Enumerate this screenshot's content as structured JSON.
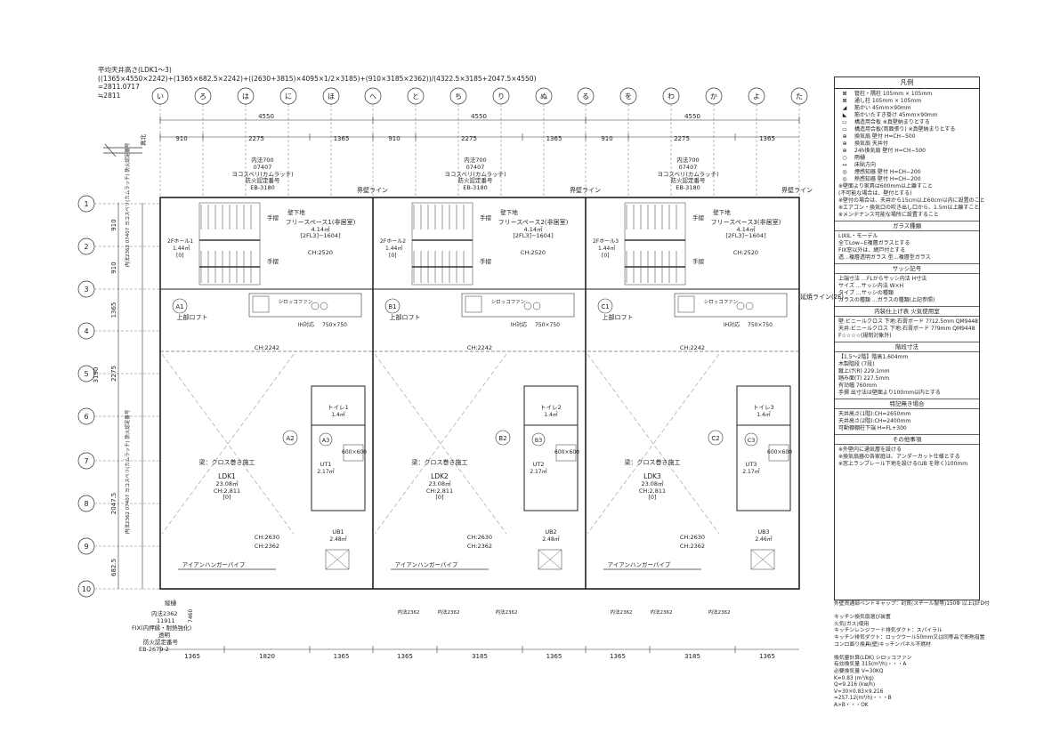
{
  "header": {
    "title": "平均天井高さ(LDK1〜3)",
    "formula": "((1365×4550×2242)+(1365×682.5×2242)+((2630+3815)×4095×1/2×3185)+(910×3185×2362))/(4322.5×3185+2047.5×4550)",
    "result1": "=2811.0717",
    "result2": "≒2811"
  },
  "grid": {
    "columns": [
      "い",
      "ろ",
      "は",
      "に",
      "ほ",
      "へ",
      "と",
      "ち",
      "り",
      "ぬ",
      "る",
      "を",
      "わ",
      "か",
      "よ",
      "た"
    ],
    "rows": [
      "1",
      "2",
      "3",
      "4",
      "5",
      "6",
      "7",
      "8",
      "9",
      "10"
    ],
    "top_major": [
      "4550",
      "4550",
      "4550"
    ],
    "top_minor": [
      "910",
      "2275",
      "1365",
      "910",
      "2275",
      "1365",
      "910",
      "2275",
      "1365"
    ],
    "left_dims": [
      "910",
      "910",
      "1365",
      "2275",
      "3190",
      "2047.5",
      "682.5"
    ],
    "bottom_dims": [
      "1365",
      "1820",
      "1365",
      "1365",
      "3185",
      "1365",
      "1365",
      "3185",
      "1365"
    ],
    "north": "真北"
  },
  "units": [
    {
      "stair_top": "内法700",
      "stair_code": "07407",
      "stair_name": "ヨコスベリ(カムラッチ)",
      "stair_fire": "防火認定番号",
      "stair_eb": "EB-3180",
      "wall_below": "壁下地",
      "stair_up": "手摺",
      "free_space": "フリースペース1(非居室)",
      "free_area": "4.14㎡",
      "free_note": "[2FL3]−1604]",
      "ch_free": "CH:2520",
      "hall": "2Fホール1",
      "hall_area": "1.44㎡",
      "hall_note": "[0]",
      "axis": "A1",
      "loft": "上部ロフト",
      "hood": "シロッコファン",
      "ih": "IH対応",
      "kitchen": "750×750",
      "ldk": "LDK1",
      "ldk_area": "23.08㎡",
      "ldk_ch": "CH:2,811",
      "ldk_note": "[0]",
      "toilet": "トイレ1",
      "toilet_area": "1.4㎡",
      "ut": "UT1",
      "ut_area": "2.17㎡",
      "ub": "UB1",
      "ub_area": "2.48㎡",
      "wc": "600×600",
      "axis2": "A2",
      "axis3": "A3",
      "beam": "梁：クロス巻き施工",
      "ch2242": "CH:2242",
      "ch2362": "CH:2362",
      "ch2630": "CH:2630",
      "hanger": "アイアンハンガーパイプ",
      "bottom_note": "内法2362"
    },
    {
      "stair_top": "内法700",
      "stair_code": "07407",
      "stair_name": "ヨコスベリ(カムラッチ)",
      "stair_fire": "防火認定番号",
      "stair_eb": "EB-3180",
      "wall_below": "壁下地",
      "stair_up": "手摺",
      "free_space": "フリースペース2(非居室)",
      "free_area": "4.14㎡",
      "free_note": "[2FL3]−1604]",
      "ch_free": "CH:2520",
      "hall": "2Fホール2",
      "hall_area": "1.44㎡",
      "hall_note": "[0]",
      "axis": "B1",
      "loft": "上部ロフト",
      "hood": "シロッコファン",
      "ih": "IH対応",
      "kitchen": "750×750",
      "ldk": "LDK2",
      "ldk_area": "23.08㎡",
      "ldk_ch": "CH:2,811",
      "ldk_note": "[0]",
      "toilet": "トイレ2",
      "toilet_area": "1.4㎡",
      "ut": "UT2",
      "ut_area": "2.17㎡",
      "ub": "UB2",
      "ub_area": "2.48㎡",
      "wc": "600×600",
      "axis2": "B2",
      "axis3": "B3",
      "beam": "梁：クロス巻き施工",
      "ch2242": "CH:2242",
      "ch2362": "CH:2362",
      "ch2630": "CH:2630",
      "hanger": "アイアンハンガーパイプ",
      "bottom_note": "内法2362"
    },
    {
      "stair_top": "内法700",
      "stair_code": "07407",
      "stair_name": "ヨコスベリ(カムラッチ)",
      "stair_fire": "防火認定番号",
      "stair_eb": "EB-3180",
      "wall_below": "壁下地",
      "stair_up": "手摺",
      "free_space": "フリースペース3(非居室)",
      "free_area": "4.14㎡",
      "free_note": "[2FL3]−1604]",
      "ch_free": "CH:2520",
      "hall": "2Fホール3",
      "hall_area": "1.44㎡",
      "hall_note": "[0]",
      "axis": "C1",
      "loft": "上部ロフト",
      "hood": "シロッコファン",
      "ih": "IH対応",
      "kitchen": "750×750",
      "ldk": "LDK3",
      "ldk_area": "23.08㎡",
      "ldk_ch": "CH:2,811",
      "ldk_note": "[0]",
      "toilet": "トイレ3",
      "toilet_area": "1.4㎡",
      "ut": "UT3",
      "ut_area": "2.17㎡",
      "ub": "UB3",
      "ub_area": "2.46㎡",
      "wc": "600×600",
      "axis2": "C2",
      "axis3": "C3",
      "beam": "梁：クロス巻き施工",
      "ch2242": "CH:2242",
      "ch2362": "CH:2362",
      "ch2630": "CH:2630",
      "hanger": "アイアンハンガーパイプ",
      "bottom_note": "内法2362"
    }
  ],
  "labels": {
    "boundary1": "界壁ライン",
    "boundary2": "界壁ライン",
    "boundary3": "界壁ライン",
    "extension": "延焼ライン(2F)",
    "vertical_note_left": "内法2362 07407 ヨコスベリ(カムラッチ) 防火認定番号",
    "bottom_left_1": "内法2362",
    "bottom_left_2": "11911",
    "bottom_left_3": "FIX(内押縁・耐熱強化)",
    "bottom_left_4": "透明",
    "bottom_left_5": "防火認定番号",
    "bottom_left_6": "EB-2679-2",
    "bottom_dim_7460": "7460",
    "vert_line_label": "縦樋"
  },
  "legend": {
    "title": "凡例",
    "items": [
      "管柱・隅柱 105mm × 105mm",
      "通し柱 105mm × 105mm",
      "筋かい 45mm×90mm",
      "筋かいたすき掛け 45mm×90mm",
      "構造用合板 ※真壁納まりとする",
      "構造用合板(両面張り) ※真壁納まりとする",
      "換気扇 壁付 H=CH−500",
      "換気扇 天井付",
      "24h換気扇 壁付 H=CH−500",
      "雨樋",
      "床貼方向",
      "煙感知器 壁付 H=CH−200",
      "熱感知器 壁付 H=CH−200"
    ],
    "item_notes": [
      "※壁面より家具は600mm以上離すこと",
      "(不可能な場合は、壁付とする)",
      "※壁付の場合は、天井から15cm以上60cm以内に設置のこと",
      "※エアコン・換気口の吹き出し口から、1.5m以上離すこと",
      "※メンテナンス可能な場所に設置すること"
    ],
    "glass_title": "ガラス種類",
    "glass": [
      "LIXIL・モーデル",
      "全てLow−E複層ガラスとする",
      "FIX窓以外は、網戸付とする",
      "透…複層透明ガラス 型…複層型ガラス"
    ],
    "sash_title": "サッシ記号",
    "sash": [
      "上端寸法 …FLからサッシ内法 H寸法",
      "サイズ …サッシ内法 W×H",
      "タイプ …サッシの種類",
      "ガラスの種類 …ガラスの種類(上記参照)"
    ],
    "finish_title": "内装仕上げ表 火気使用室",
    "finish": [
      "壁:ビニールクロス 下地:石膏ボード 7?12.5mm QM9448",
      "天井:ビニールクロス 下地:石膏ボード 7?9mm QM9448",
      "F☆☆☆☆(規制対象外)"
    ],
    "stair_title": "階段寸法",
    "stair": [
      "【1.5〜2階】階高1,604mm",
      "木製階段 (7段)",
      "蹴上げ(R) 229.1mm",
      "踏み面(T) 227.5mm",
      "有効幅 760mm",
      "手摺 出寸法は壁面より100mm以内とする"
    ],
    "special_title": "特記無き場合",
    "special": [
      "天井高さ(1階):CH=2650mm",
      "天井高さ(2階):CH=2400mm",
      "可動棚棚柱下端 H=FL+300"
    ],
    "other_title": "その他事項",
    "other": [
      "※外壁内に通気層を設ける",
      "※換気扇器の各家庭は、アンダーカット仕様とする",
      "※窓上ランプレール下地を設ける(UB を除く)100mm"
    ]
  },
  "notes": [
    "外壁貫通部ベントキャップ：封貫(スチール製等)150Φ 以上はFD付",
    "",
    "キッチン換気扇選び装置",
    "火気(ガス)使用",
    "キッチンレンジフード排気ダクト：スパイラル",
    "キッチン排気ダクト：ロックウール50mm又は同等品で断熱措置",
    "コンロ面り換具(壁)キッチンパネル不燃材",
    "",
    "換気量計算(LDK) シロッコファン",
    "有効換気量 315(m³/h)・・・A",
    "必要換気量 V=30KQ",
    "K=0.83 (m³/kg)",
    "Q=9.216 (kw/h)",
    "V=30×0.83×9.216",
    "=257.12(m³/h)・・・B",
    "A>B・・・OK"
  ]
}
